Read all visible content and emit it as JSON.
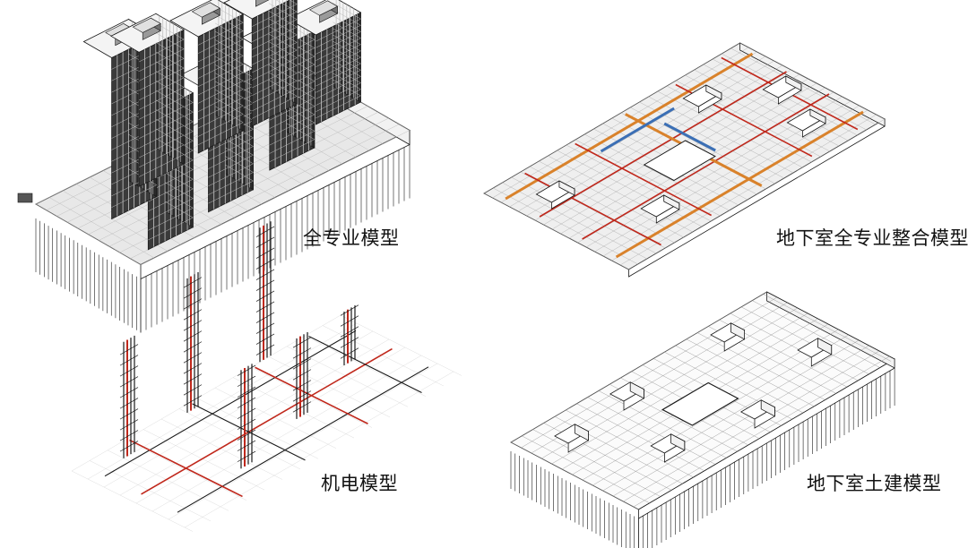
{
  "panels": [
    {
      "id": "all-disciplines-model",
      "caption": "全专业模型"
    },
    {
      "id": "basement-integrated-model",
      "caption": "地下室全专业整合模型"
    },
    {
      "id": "mep-model",
      "caption": "机电模型"
    },
    {
      "id": "basement-civil-model",
      "caption": "地下室土建模型"
    }
  ],
  "colors": {
    "line": "#1a1a1a",
    "pipe_red": "#c0281c",
    "duct_orange": "#d9822b",
    "duct_blue": "#3b6fb5",
    "slab_grey": "#e8e8e8"
  }
}
